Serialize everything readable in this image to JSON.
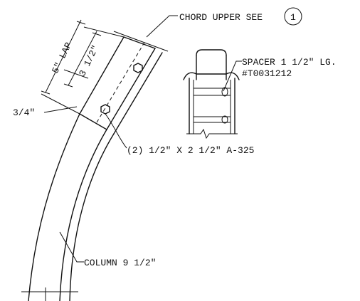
{
  "labels": {
    "chord_upper": "CHORD UPPER SEE",
    "detail_ref": "1",
    "spacer_line1": "SPACER 1 1/2\" LG.",
    "spacer_line2": "#T0031212",
    "bolts": "(2) 1/2\" X 2 1/2\" A-325",
    "column": "COLUMN 9 1/2\"",
    "lap": "5\" LAP",
    "dim_3half": "3 1/2\"",
    "dim_3quarter": "3/4\""
  },
  "colors": {
    "line": "#111111",
    "background": "#ffffff"
  }
}
